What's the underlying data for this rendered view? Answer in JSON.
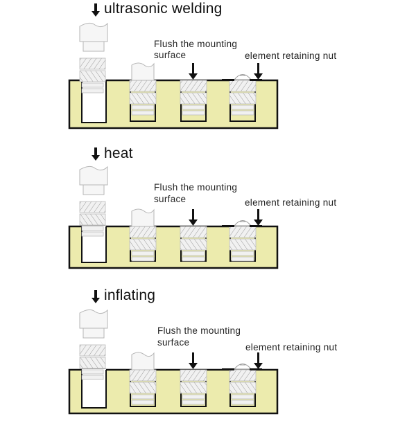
{
  "colors": {
    "board_fill": "#ecebad",
    "board_stroke": "#111111",
    "insert_fill": "#f1f1f1",
    "insert_stroke": "#9a9a9a",
    "tool_fill": "#f6f6f6",
    "text": "#111111"
  },
  "panels": [
    {
      "title": "ultrasonic welding",
      "title_icon": "down-arrow-icon",
      "flush_label_line1": "Flush the mounting",
      "flush_label_line2": "surface",
      "nut_label": "element retaining nut"
    },
    {
      "title": "heat",
      "title_icon": "down-arrow-icon",
      "flush_label_line1": "Flush the mounting",
      "flush_label_line2": "surface",
      "nut_label": "element retaining nut"
    },
    {
      "title": "inflating",
      "title_icon": "down-arrow-icon",
      "flush_label_line1": "Flush the mounting",
      "flush_label_line2": "surface",
      "nut_label": "element retaining nut"
    }
  ]
}
